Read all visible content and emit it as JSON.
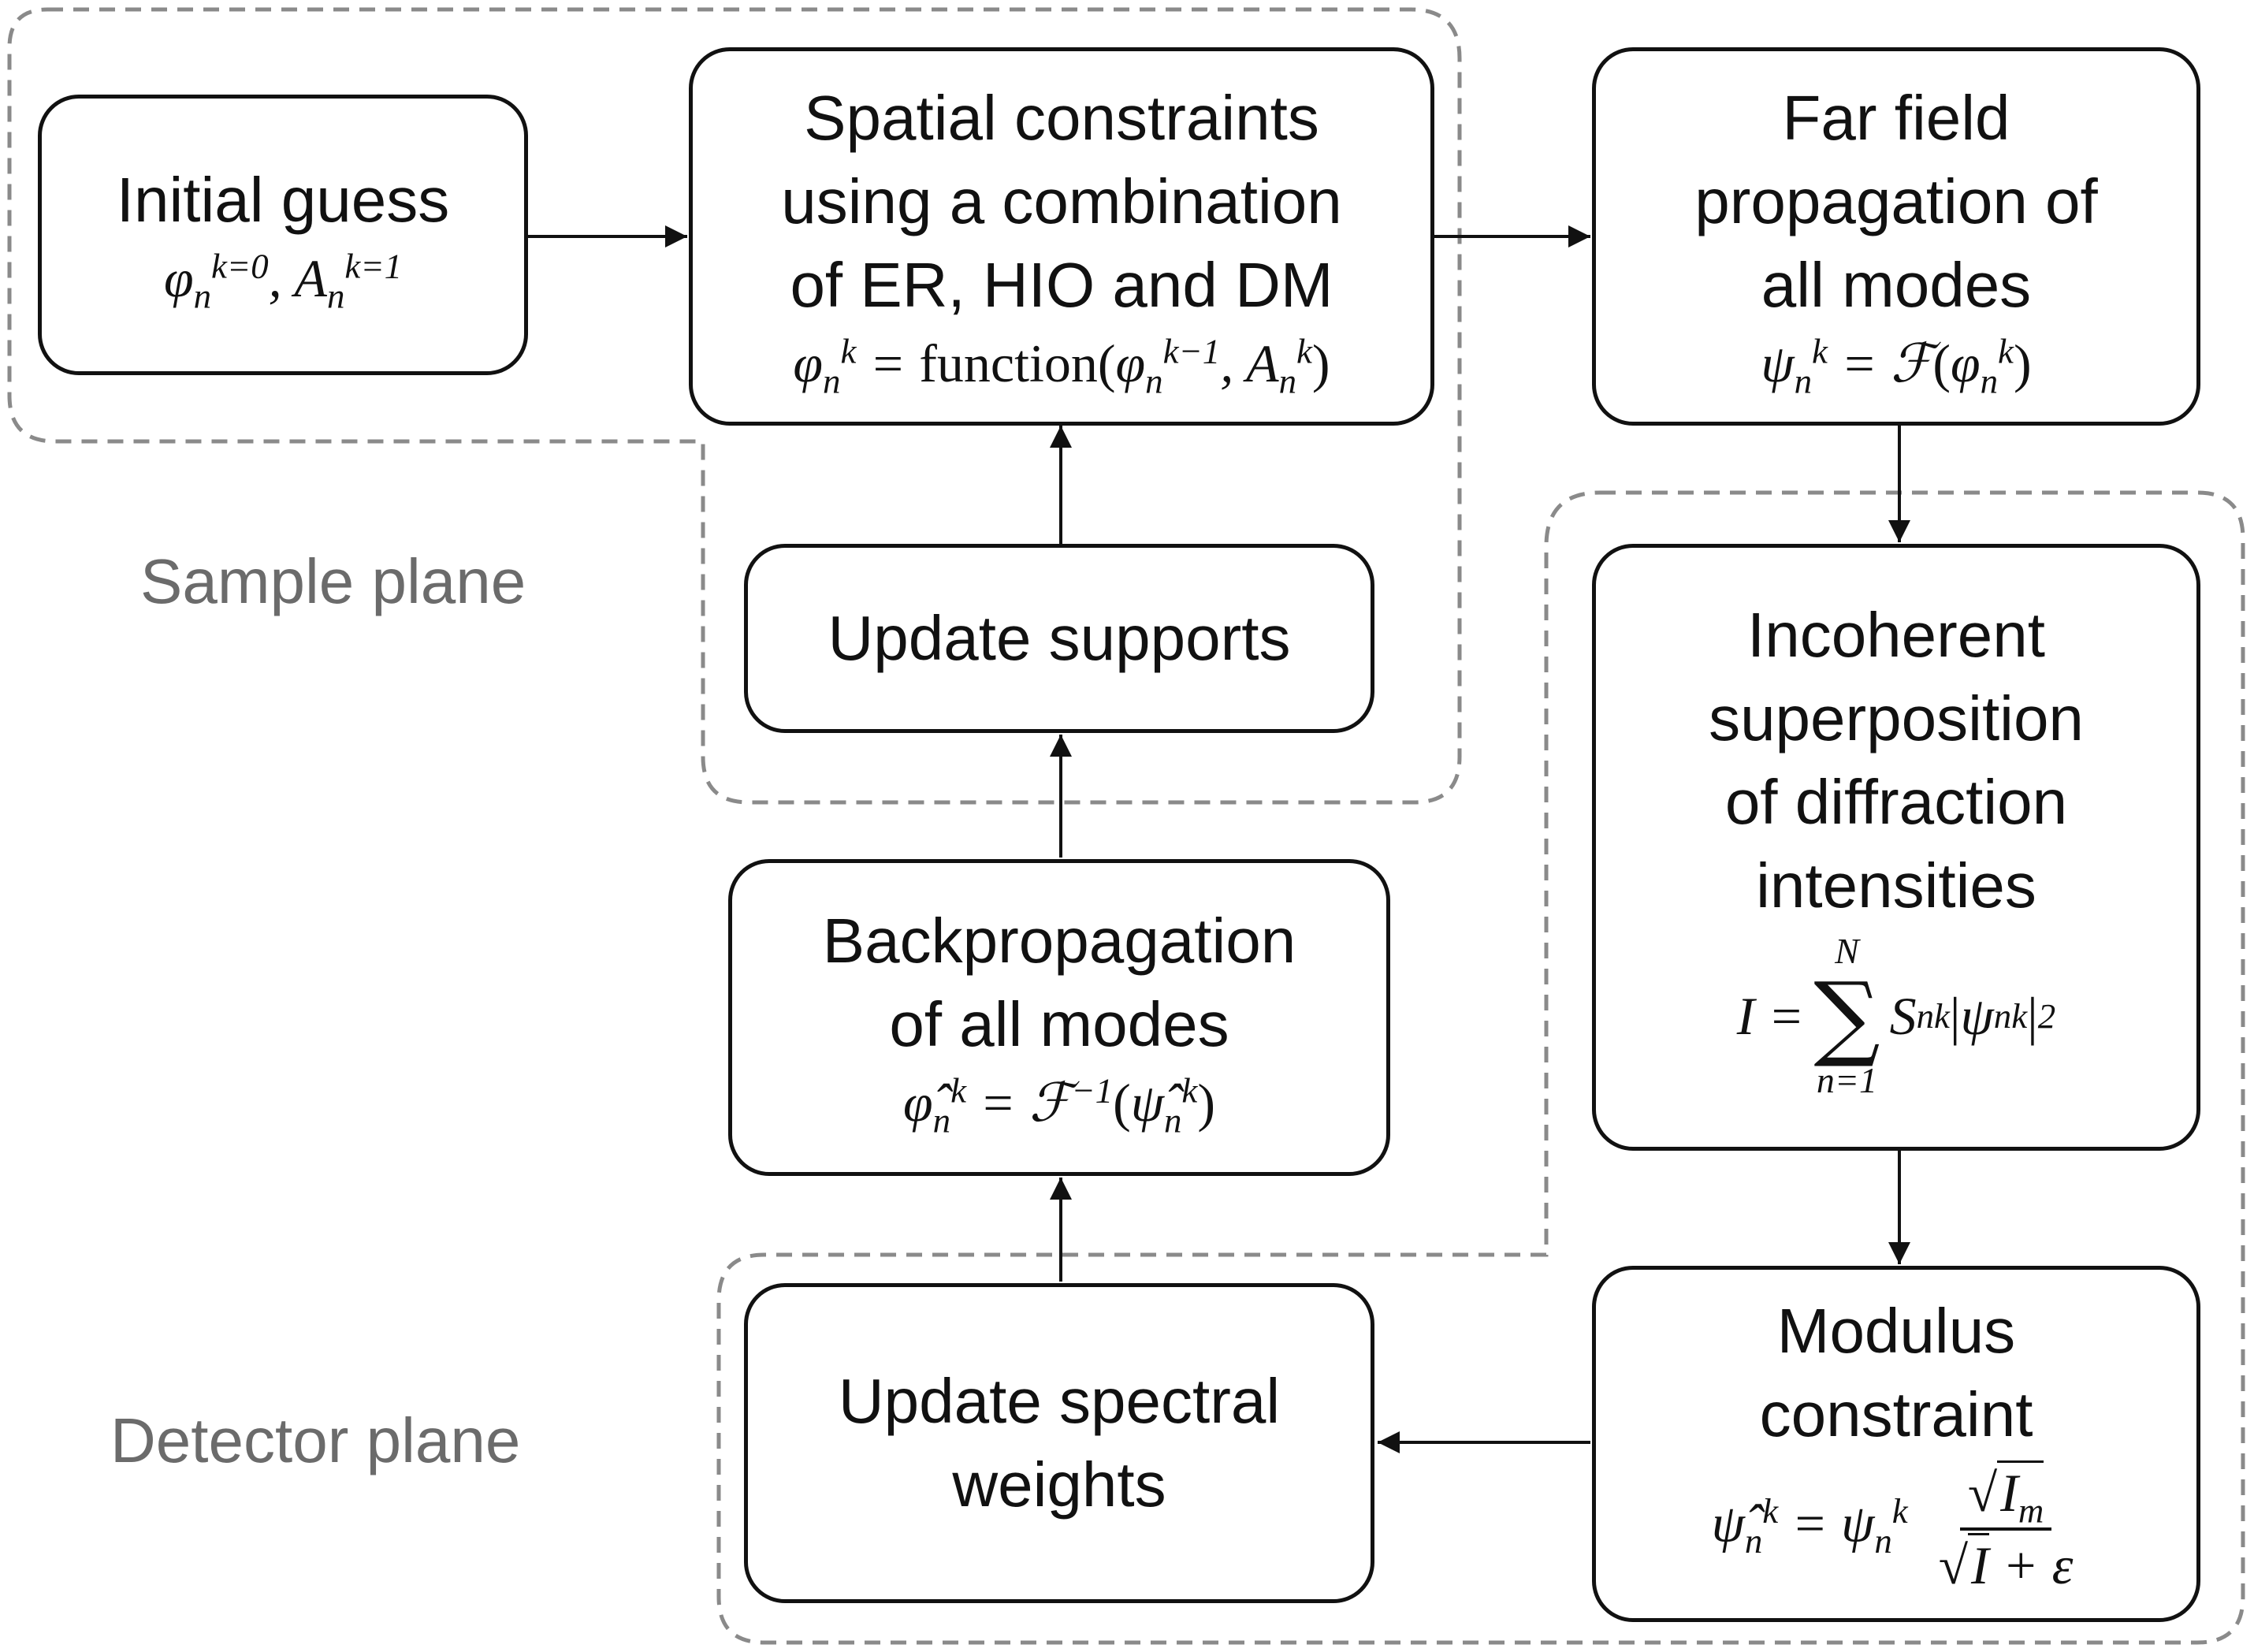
{
  "boxes": {
    "initial_guess": {
      "title": "Initial guess",
      "formula": "φ_n^{k=0}, A_n^{k=1}"
    },
    "spatial_constraints": {
      "title": "Spatial  constraints\nusing a combination\nof ER, HIO and DM",
      "formula": "φ_n^k = function(φ_n^{k−1}, A_n^k)"
    },
    "far_field": {
      "title": "Far field\npropagation of\nall modes",
      "formula": "ψ_n^k = ℱ(φ_n^k)"
    },
    "update_supports": {
      "title": "Update supports"
    },
    "incoherent": {
      "title": "Incoherent\nsuperposition\nof diffraction\nintensities",
      "formula": "I = Σ_{n=1}^{N} S_n^k |ψ_n^k|^2"
    },
    "backpropagation": {
      "title": "Backpropagation\nof all modes",
      "formula": "φ̂_n^k = ℱ^{−1}(ψ̂_n^k)"
    },
    "update_spectral": {
      "title": "Update spectral\nweights"
    },
    "modulus": {
      "title": "Modulus\nconstraint",
      "formula": "ψ̂_n^k = ψ_n^k √I_m / (√I + ε)"
    }
  },
  "labels": {
    "sample_plane": "Sample plane",
    "detector_plane": "Detector plane"
  },
  "colors": {
    "box_stroke": "#111111",
    "arrow": "#111111",
    "dashed_region": "#8a8a8a",
    "plane_label": "#6b6b6b"
  }
}
